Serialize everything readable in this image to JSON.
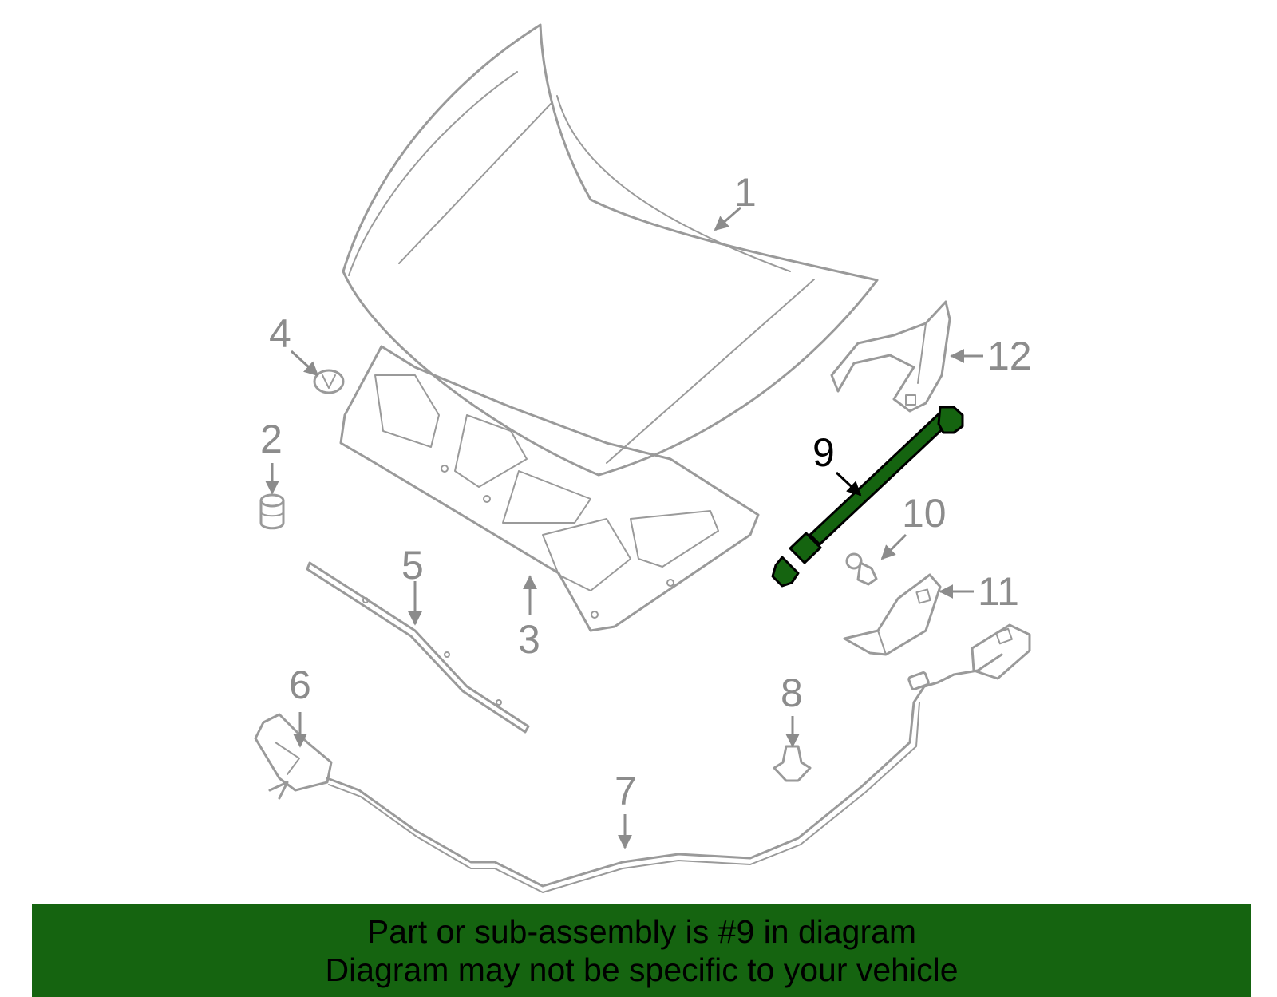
{
  "callouts": {
    "c1": "1",
    "c2": "2",
    "c3": "3",
    "c4": "4",
    "c5": "5",
    "c6": "6",
    "c7": "7",
    "c8": "8",
    "c9": "9",
    "c10": "10",
    "c11": "11",
    "c12": "12"
  },
  "highlighted_part": "9",
  "colors": {
    "highlight": "#156410",
    "part_line": "#9a9a9a",
    "callout_text": "#8c8c8c"
  },
  "banner": {
    "line1": "Part or sub-assembly is #9 in diagram",
    "line2": "Diagram may not be specific to your vehicle"
  }
}
